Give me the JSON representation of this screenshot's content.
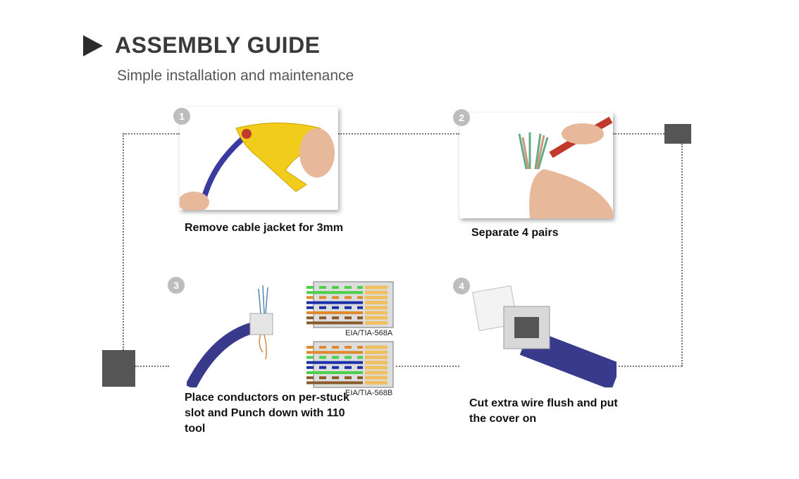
{
  "header": {
    "title": "ASSEMBLY GUIDE",
    "subtitle": "Simple installation and maintenance"
  },
  "steps": [
    {
      "number": "1",
      "caption": "Remove cable jacket for 3mm"
    },
    {
      "number": "2",
      "caption": "Separate 4 pairs"
    },
    {
      "number": "3",
      "caption": "Place conductors on per-stuck slot and Punch down with 110 tool"
    },
    {
      "number": "4",
      "caption": "Cut extra wire flush and put the cover on"
    }
  ],
  "wiring": {
    "standard_a": "EIA/TIA-568A",
    "standard_b": "EIA/TIA-568B"
  },
  "colors": {
    "accent": "#555555",
    "badge": "#bdbdbd",
    "cable": "#3a3a8c"
  }
}
